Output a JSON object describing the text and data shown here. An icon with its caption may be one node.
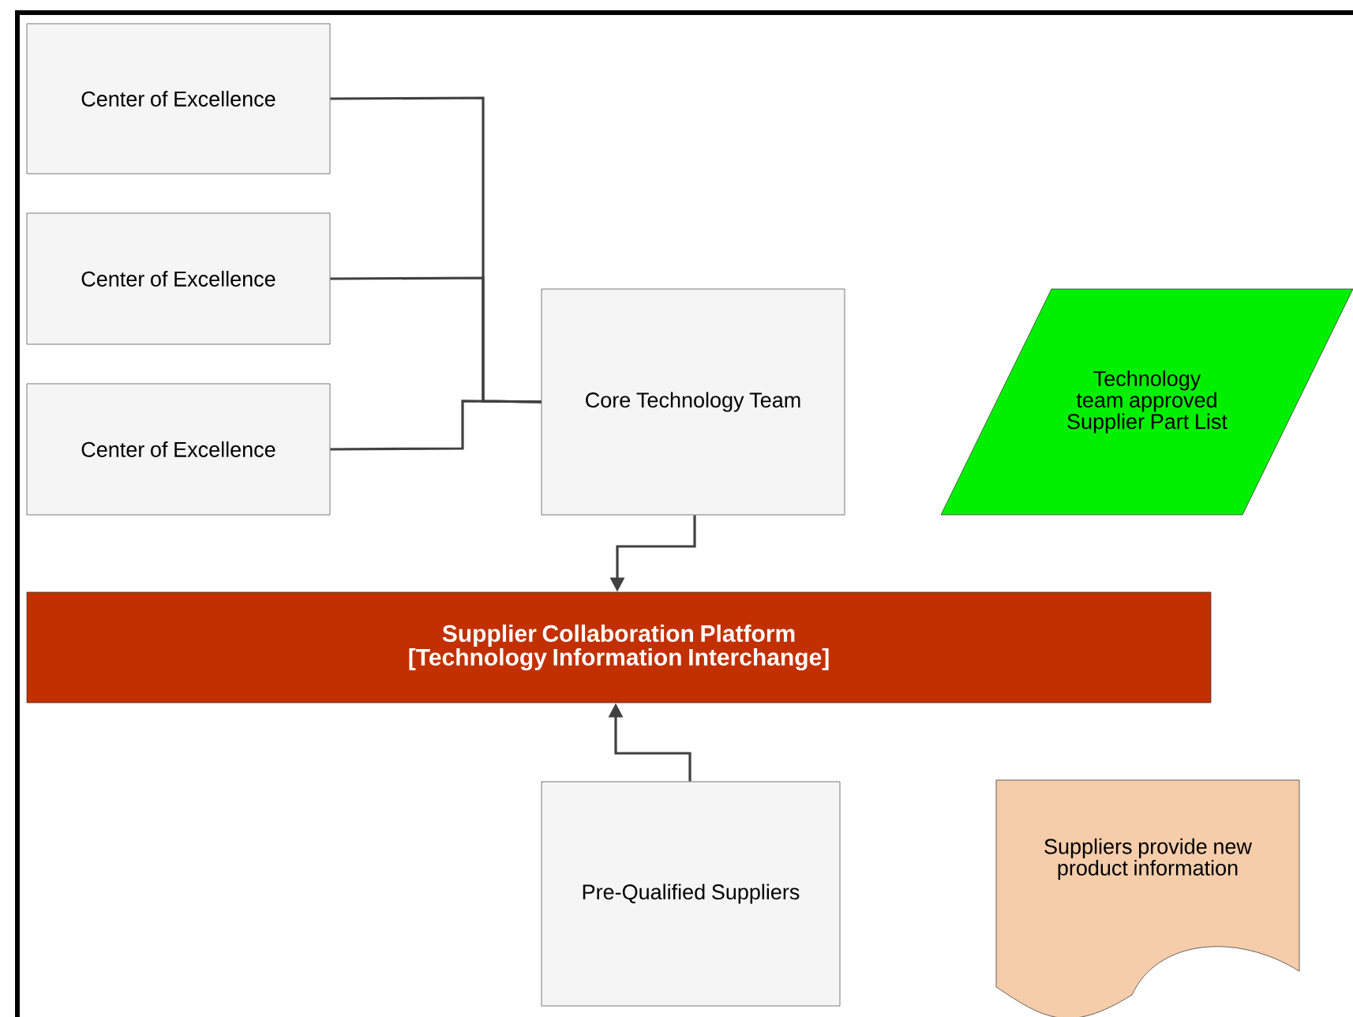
{
  "diagram": {
    "nodes": [
      {
        "text": [
          "Center of Excellence"
        ]
      },
      {
        "text": [
          "Center of Excellence"
        ]
      },
      {
        "text": [
          "Center of Excellence"
        ]
      },
      {
        "text": [
          "Core Technology Team"
        ]
      },
      {
        "text": [
          "Supplier Collaboration Platform",
          "[Technology Information Interchange]"
        ]
      },
      {
        "text": [
          "Pre-Qualified Suppliers"
        ]
      },
      {
        "text": [
          "Technology team approved Supplier Part List"
        ]
      },
      {
        "text": [
          "Suppliers provide new product information"
        ]
      }
    ],
    "edges": [
      {
        "from": 0,
        "to": 3,
        "arrow": "none"
      },
      {
        "from": 1,
        "to": 3,
        "arrow": "none"
      },
      {
        "from": 2,
        "to": 3,
        "arrow": "none"
      },
      {
        "from": 3,
        "to": 4,
        "arrow": "to"
      },
      {
        "from": 5,
        "to": 4,
        "arrow": "to"
      }
    ]
  }
}
